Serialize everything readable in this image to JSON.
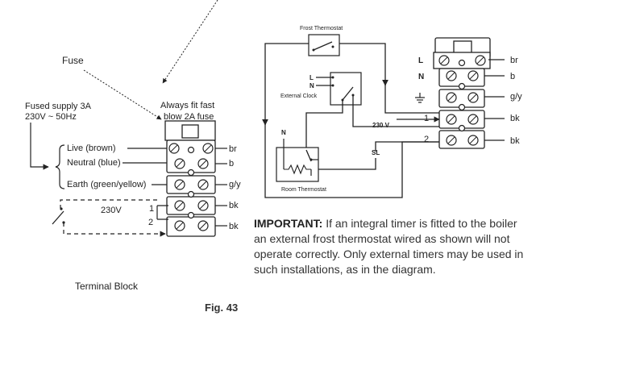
{
  "left": {
    "fuse": "Fuse",
    "supply": [
      "Fused supply 3A",
      "230V ~ 50Hz"
    ],
    "warning": [
      "Always fit fast",
      "blow 2A fuse"
    ],
    "live": "Live (brown)",
    "neutral": "Neutral (blue)",
    "earth": "Earth (green/yellow)",
    "v230": "230V",
    "n1": "1",
    "n2": "2",
    "c_br": "br",
    "c_b": "b",
    "c_gy": "g/y",
    "c_bk1": "bk",
    "c_bk2": "bk",
    "block_title": "Terminal Block"
  },
  "right": {
    "frost": "Frost Thermostat",
    "L": "L",
    "N": "N",
    "clock_L": "L",
    "clock_N": "N",
    "clock": "External Clock",
    "room_N": "N",
    "room": "Room Thermostat",
    "v230": "230 V",
    "n1": "1",
    "n2": "2",
    "sl": "SL",
    "c_br": "br",
    "c_b": "b",
    "c_gy": "g/y",
    "c_bk1": "bk",
    "c_bk2": "bk"
  },
  "important_label": "IMPORTANT:",
  "important_text": "If an integral timer is fitted to the boiler an external frost thermostat wired as shown will not operate correctly. Only external timers may be used in such installations, as in the diagram.",
  "fig": "Fig. 43"
}
